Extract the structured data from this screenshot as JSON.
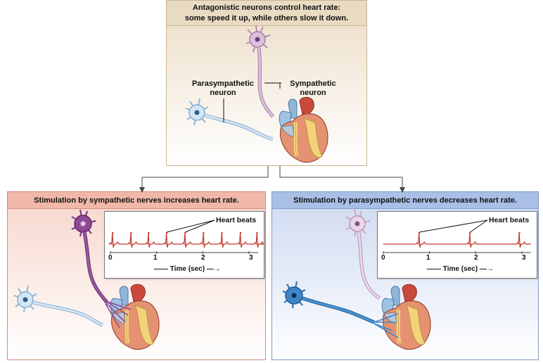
{
  "top": {
    "title_line1": "Antagonistic neurons control heart rate:",
    "title_line2": "some speed it up, while others slow it down.",
    "parasympathetic_line1": "Parasympathetic",
    "parasympathetic_line2": "neuron",
    "sympathetic_line1": "Sympathetic",
    "sympathetic_line2": "neuron"
  },
  "left": {
    "title": "Stimulation by sympathetic nerves increases heart rate.",
    "heart_beats_label": "Heart beats",
    "time_label": "Time (sec)"
  },
  "right": {
    "title": "Stimulation by parasympathetic nerves decreases heart rate.",
    "heart_beats_label": "Heart beats",
    "time_label": "Time (sec)"
  },
  "ticks": [
    "0",
    "1",
    "2",
    "3"
  ],
  "chart_data": [
    {
      "type": "line",
      "title": "",
      "xlabel": "Time (sec)",
      "ylabel": "",
      "xlim": [
        0,
        3.2
      ],
      "x_ticks": [
        0,
        1,
        2,
        3
      ],
      "annotation": "Heart beats",
      "beat_times": [
        0.05,
        0.45,
        0.83,
        1.22,
        1.62,
        2.02,
        2.42,
        2.82,
        3.18
      ],
      "color": "#c0392b"
    },
    {
      "type": "line",
      "title": "",
      "xlabel": "Time (sec)",
      "ylabel": "",
      "xlim": [
        0,
        3.2
      ],
      "x_ticks": [
        0,
        1,
        2,
        3
      ],
      "annotation": "Heart beats",
      "beat_times": [
        0.78,
        1.88,
        2.95
      ],
      "color": "#c0392b"
    }
  ],
  "colors": {
    "sympathetic_neuron": "#d7b8d6",
    "sympathetic_active": "#7d3f86",
    "parasympathetic_neuron": "#cfe2f1",
    "parasympathetic_active": "#3d86c7",
    "heart_body": "#e5906e",
    "heart_fat": "#f3d27a"
  }
}
